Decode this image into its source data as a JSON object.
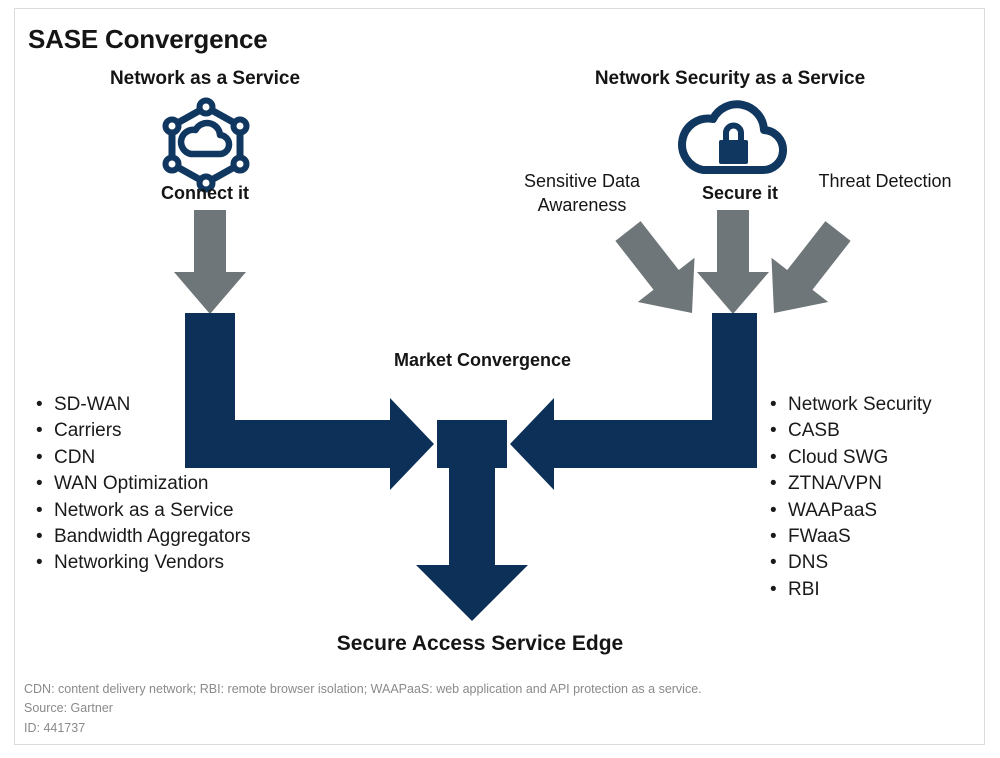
{
  "page": {
    "title": "SASE Convergence",
    "background": "#ffffff",
    "border_color": "#dcdcdc"
  },
  "colors": {
    "navy": "#0c3057",
    "gray_arrow": "#6e7679",
    "text": "#151515",
    "footnote_text": "#8a8a8a"
  },
  "left_branch": {
    "title": "Network as a Service",
    "icon": "network-cloud-icon",
    "icon_caption": "Connect it",
    "bullets": [
      "SD-WAN",
      "Carriers",
      "CDN",
      "WAN Optimization",
      "Network as a Service",
      "Bandwidth Aggregators",
      "Networking Vendors"
    ]
  },
  "right_branch": {
    "title": "Network Security as a Service",
    "icon": "cloud-lock-icon",
    "icon_caption": "Secure it",
    "side_labels": {
      "left": "Sensitive Data Awareness",
      "right": "Threat Detection"
    },
    "bullets": [
      "Network Security",
      "CASB",
      "Cloud SWG",
      "ZTNA/VPN",
      "WAAPaaS",
      "FWaaS",
      "DNS",
      "RBI"
    ]
  },
  "center": {
    "label": "Market Convergence",
    "outcome": "Secure Access Service Edge"
  },
  "footnote": {
    "line1": "CDN: content delivery network; RBI: remote browser isolation; WAAPaaS: web application and API protection as a service.",
    "line2": "Source: Gartner",
    "line3": "ID: 441737"
  }
}
